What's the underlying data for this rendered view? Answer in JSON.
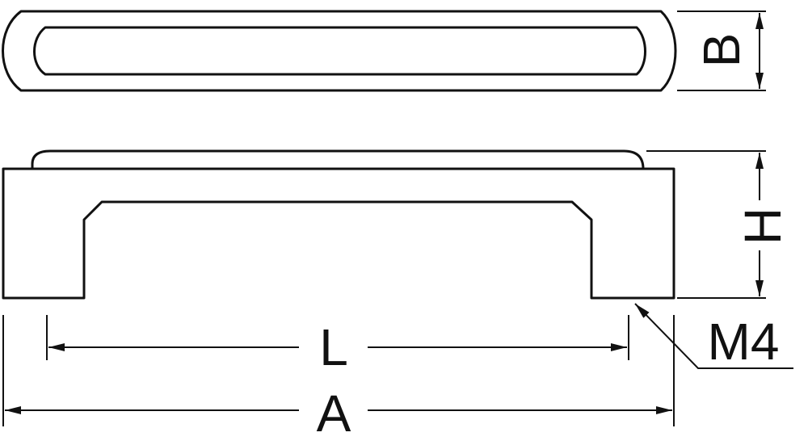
{
  "labels": {
    "B": "B",
    "H": "H",
    "L": "L",
    "A": "A",
    "M4": "M4"
  },
  "colors": {
    "line": "#111111",
    "background": "#ffffff"
  }
}
